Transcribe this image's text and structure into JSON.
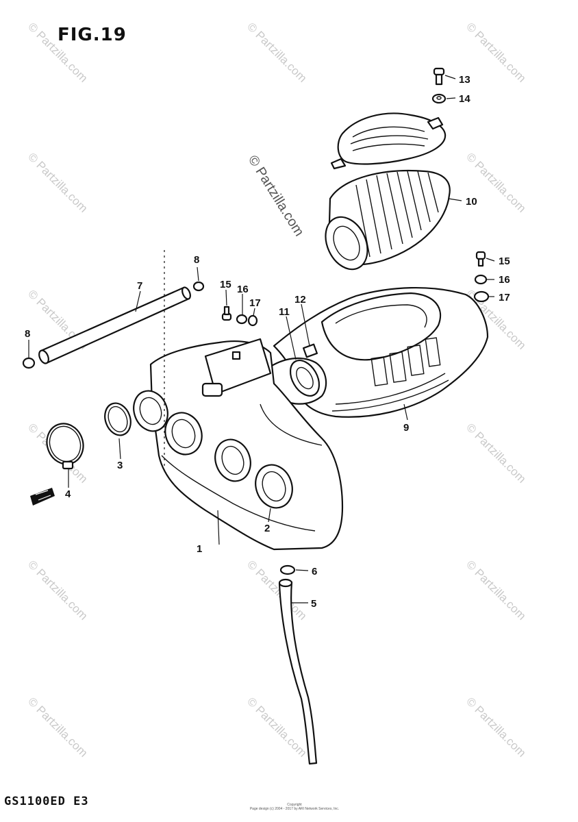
{
  "figure": {
    "title": "FIG.19",
    "model": "GS1100ED E3",
    "copyright_line1": "Copyright",
    "copyright_line2": "Page design (c) 2004 - 2017 by ARI Network Services, Inc."
  },
  "watermark": {
    "text": "© Partzilla.com",
    "color": "#c9c9c9"
  },
  "callouts": [
    "1",
    "2",
    "3",
    "4",
    "5",
    "6",
    "7",
    "8",
    "8",
    "9",
    "10",
    "11",
    "12",
    "13",
    "14",
    "15",
    "15",
    "16",
    "16",
    "17",
    "17"
  ],
  "colors": {
    "ink": "#111111",
    "background": "#ffffff"
  }
}
